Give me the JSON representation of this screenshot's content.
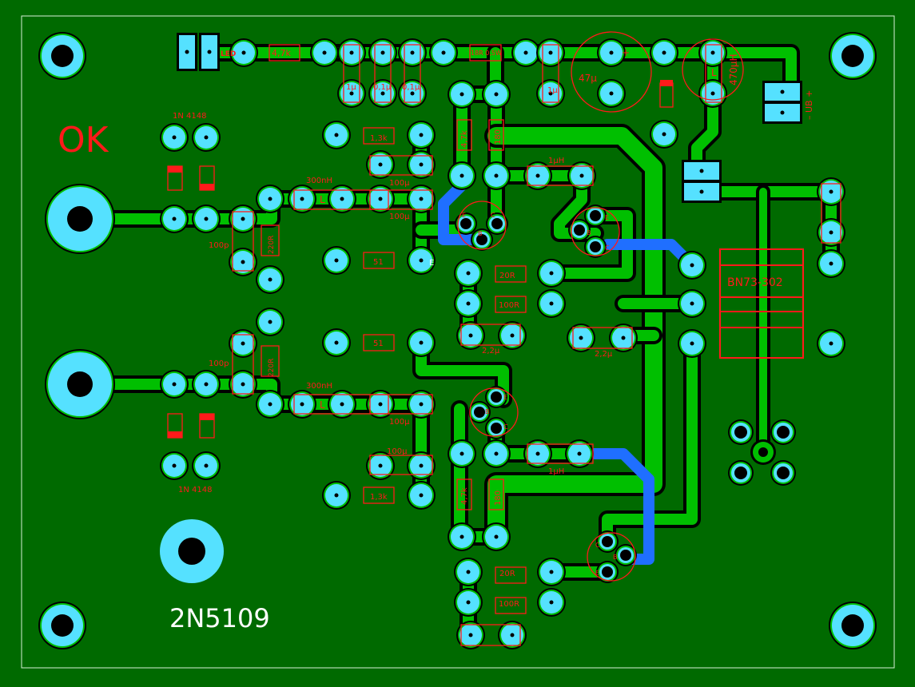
{
  "board": {
    "status_label": "OK",
    "transistor_label": "2N5109",
    "colors": {
      "substrate": "#006a00",
      "copper_top": "#00bf00",
      "copper_bottom": "#1f6fff",
      "pad": "#55e1ff",
      "silkscreen": "#ff1a1a",
      "outline": "#d8f0d8"
    }
  },
  "labels": {
    "led": "LED",
    "r_led": "4,7k",
    "c_1u_a": "1µ",
    "c_01u_a": "0,1µ",
    "c_01u_b": "0,1µ",
    "r_18r": "18R 0,5W",
    "c_1u_b": "1µ",
    "c_47u": "47µ",
    "c_47u_plus": "+",
    "l_470uh": "470µH",
    "l_470_l": "L",
    "power_connector": "– UB +",
    "diode_top": "1N 4148",
    "diode_bottom": "1N 4148",
    "r_1k3_top": "1,3k",
    "r_1k3_bottom": "1,3k",
    "c_100u_1": "100µ",
    "c_100u_2": "100µ",
    "c_100u_3": "100µ",
    "c_100u_4": "100µ",
    "l_300nh_top": "300nH",
    "l_300nh_bottom": "300nH",
    "l_sym": "L",
    "c_100p_top": "100p",
    "c_100p_bottom": "100p",
    "r_220r_top": "220R",
    "r_220r_bottom": "220R",
    "r_51_top": "51",
    "r_51_bottom": "51",
    "emitter_mark": "E",
    "r_47k_top": "4,7k",
    "r_47k_bottom": "4,7k",
    "r_180_top": "180",
    "r_180_bottom": "180",
    "l_1uh_top": "1µH",
    "l_1uh_bottom": "1µH",
    "r_20r_top": "20R",
    "r_20r_bottom": "20R",
    "r_100r_top": "100R",
    "r_100r_bottom": "100R",
    "c_22u_a": "2,2µ",
    "c_22u_b": "2,2µ",
    "transformer": "BN73-302",
    "pin_e": "E",
    "pin_b": "B",
    "pin_c": "C"
  }
}
